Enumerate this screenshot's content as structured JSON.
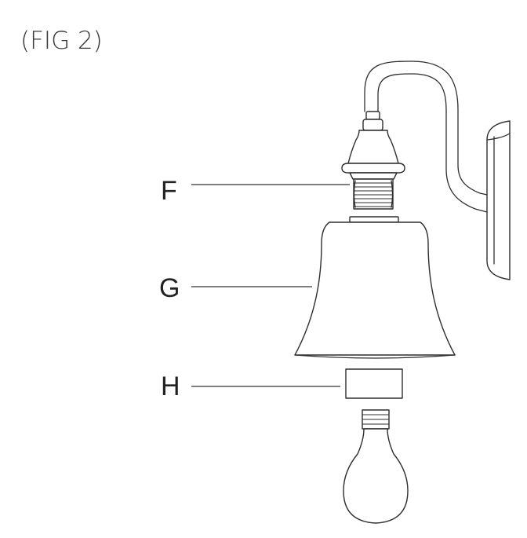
{
  "figure": {
    "title": "(FIG 2)",
    "callouts": [
      {
        "letter": "F"
      },
      {
        "letter": "G"
      },
      {
        "letter": "H"
      }
    ],
    "colors": {
      "line": "#2e2e2e",
      "text": "#222222",
      "background": "#ffffff"
    }
  }
}
